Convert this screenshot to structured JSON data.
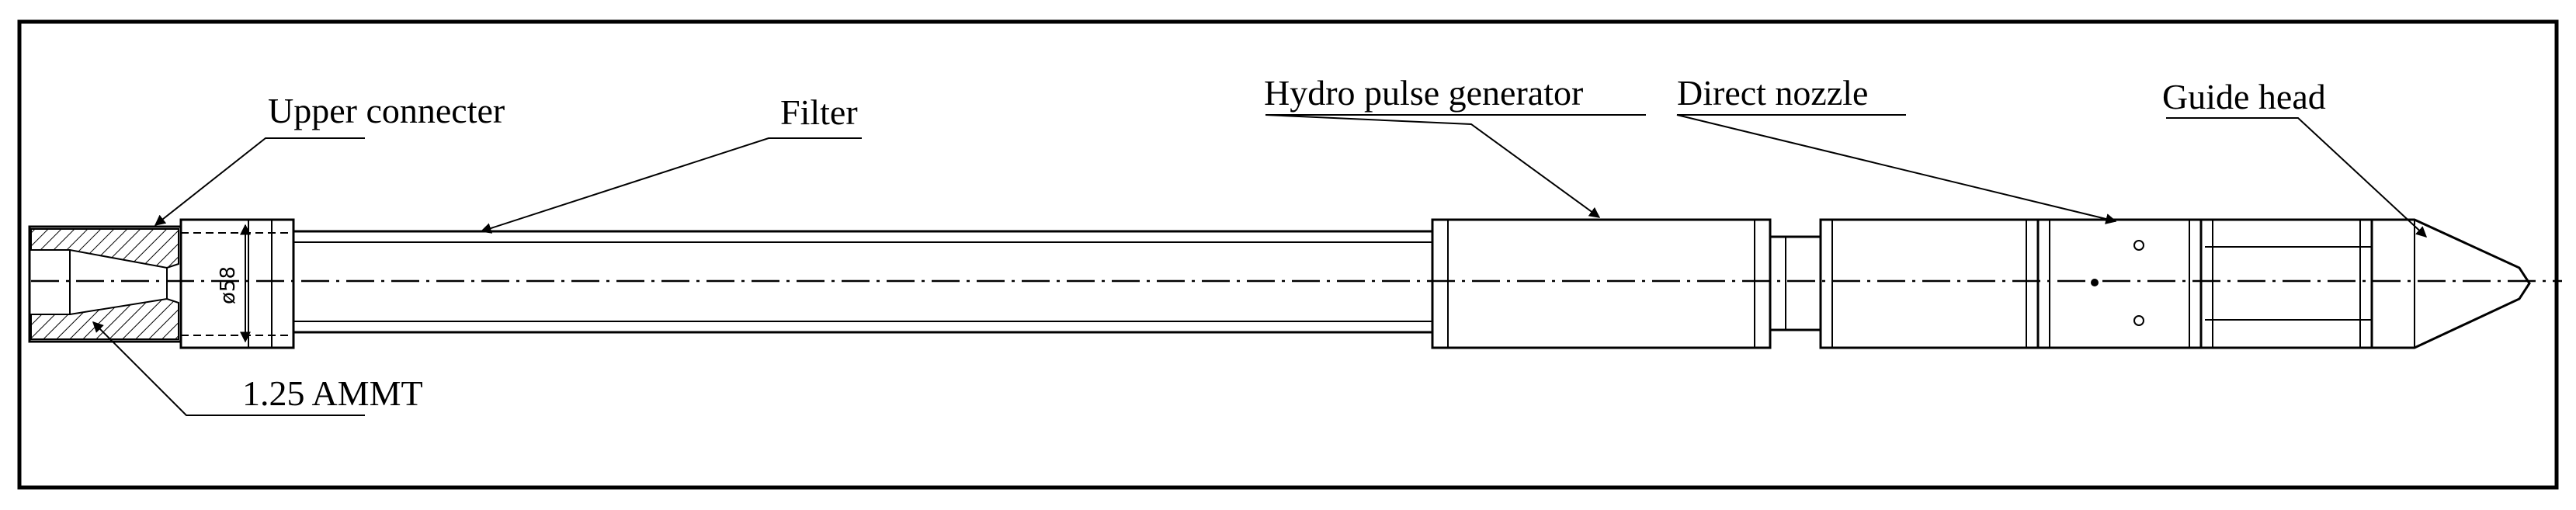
{
  "labels": {
    "upper_connecter": "Upper connecter",
    "filter": "Filter",
    "hydro_pulse_generator": "Hydro pulse generator",
    "direct_nozzle": "Direct nozzle",
    "guide_head": "Guide head",
    "thread": "1.25 AMMT"
  },
  "dimension": "ø58"
}
